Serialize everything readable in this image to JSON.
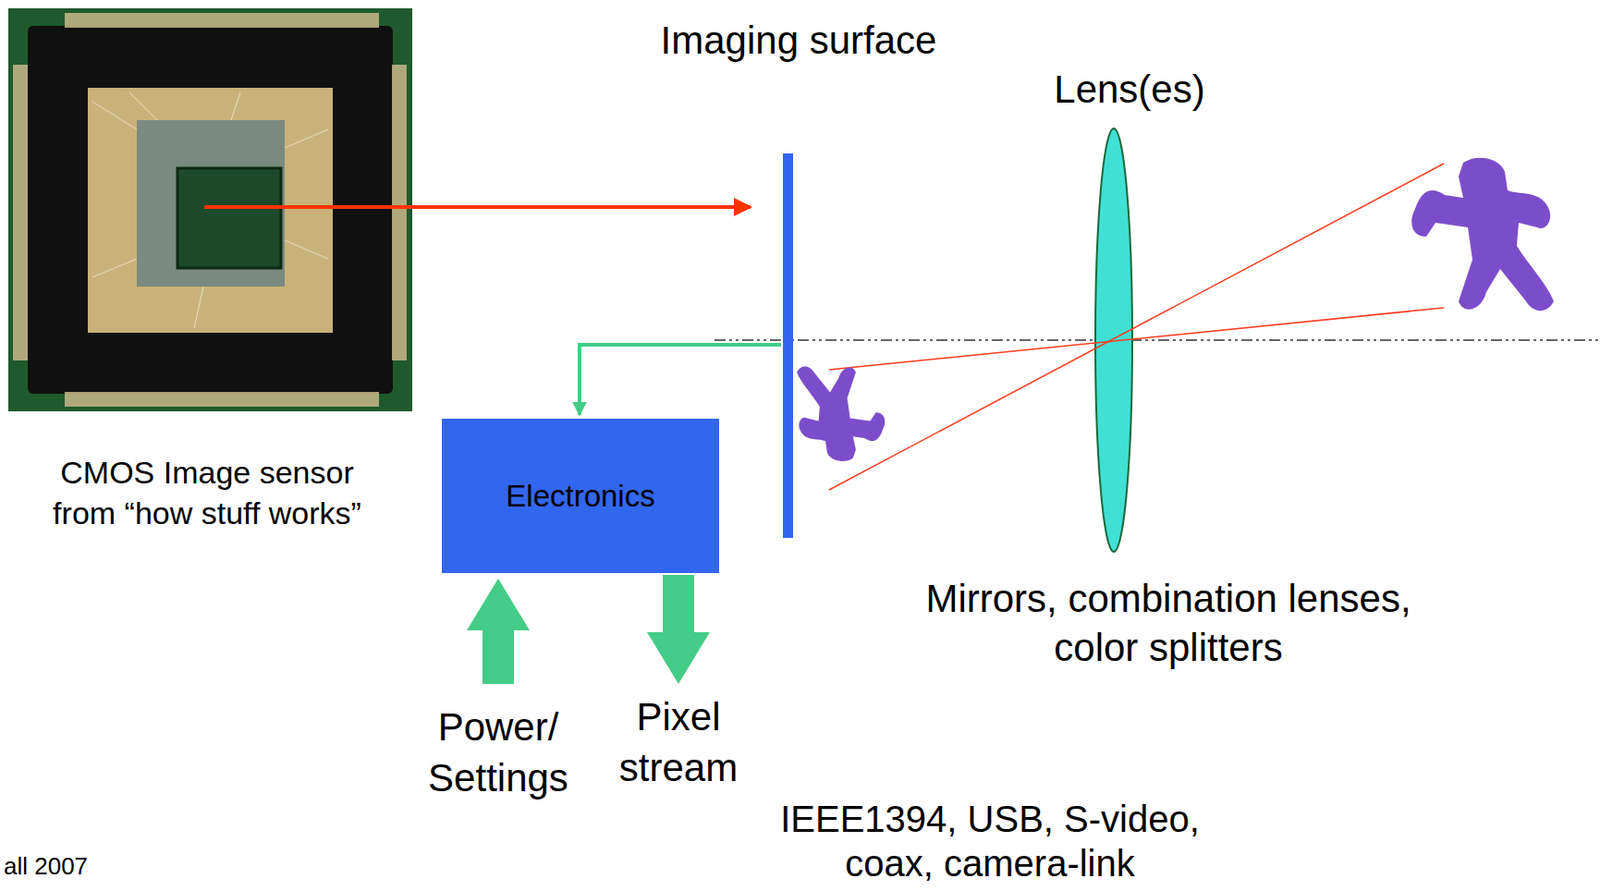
{
  "diagram": {
    "nodes": [
      {
        "text": [
          "Electronics"
        ]
      }
    ],
    "labels": [
      "Imaging surface",
      "Lens(es)",
      "CMOS Image sensor from “how stuff works”",
      "Power/ Settings",
      "Pixel stream",
      "Mirrors, combination lenses, color splitters",
      "IEEE1394, USB, S-video, coax, camera-link",
      "all 2007"
    ]
  }
}
